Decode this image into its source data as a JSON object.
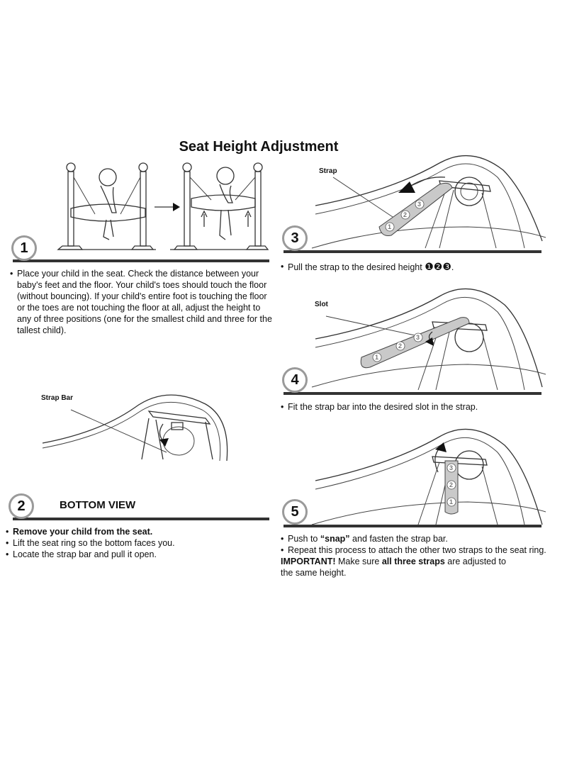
{
  "title": "Seat Height Adjustment",
  "steps": {
    "s1": {
      "number": "1"
    },
    "s2": {
      "number": "2",
      "heading": "BOTTOM VIEW"
    },
    "s3": {
      "number": "3"
    },
    "s4": {
      "number": "4"
    },
    "s5": {
      "number": "5"
    }
  },
  "step1_text": {
    "bullet": "•",
    "text": "Place your child in the seat. Check the distance between your baby's feet and the floor. Your child's toes should touch the floor (without bouncing). If your child's entire foot is touching the floor or the toes are not touching the floor at all, adjust the height to any of three positions (one for the smallest child and three for the tallest child)."
  },
  "step2_text": {
    "b1": "Remove your child from the seat.",
    "b2": "Lift the seat ring so the bottom faces you.",
    "b3": "Locate the strap bar and pull it open."
  },
  "step3_text": {
    "text": "Pull the strap to the desired height",
    "icons": [
      "❶",
      "❷",
      "❸"
    ],
    "end": "."
  },
  "step4_text": {
    "text": "Fit the strap bar into the desired slot in the strap."
  },
  "step5_text": {
    "b1_pre": "Push to ",
    "b1_bold": "“snap”",
    "b1_post": " and fasten the strap bar.",
    "b2": "Repeat this process to attach the other two straps to the seat ring.",
    "important_label": "IMPORTANT!",
    "important_pre": " Make sure ",
    "important_bold": "all three straps",
    "important_post": " are adjusted to the same height."
  },
  "callouts": {
    "strap": "Strap",
    "slot": "Slot",
    "strap_bar": "Strap Bar"
  },
  "strap_numbers": [
    "1",
    "2",
    "3"
  ],
  "colors": {
    "rule": "#333333",
    "circle_border": "#9a9a9a",
    "strap_fill": "#c9c9c9"
  }
}
